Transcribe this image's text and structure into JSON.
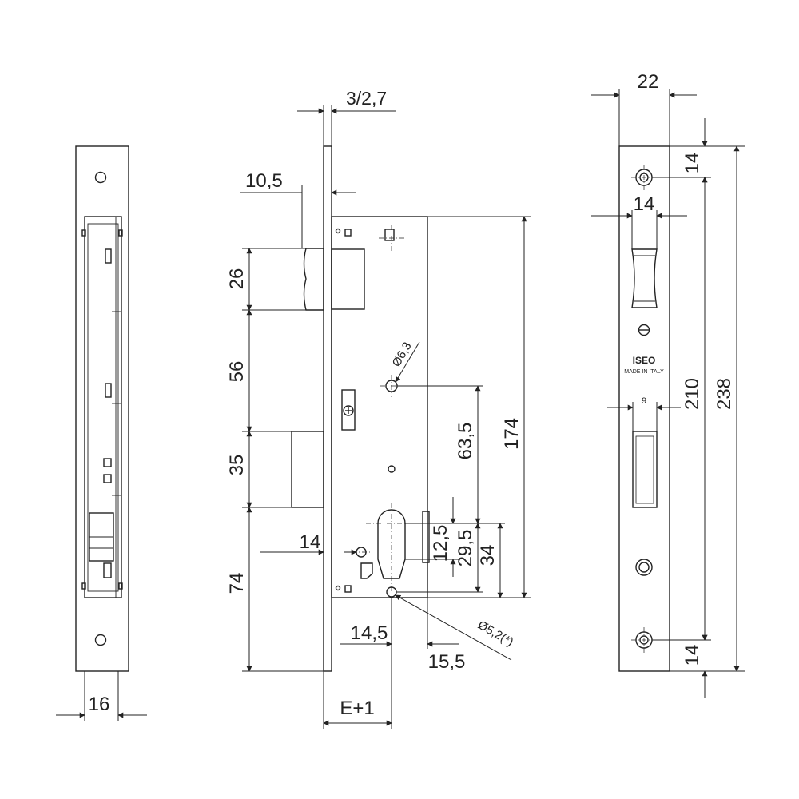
{
  "colors": {
    "line": "#222222",
    "background": "#ffffff"
  },
  "side_view": {
    "width_label": "16"
  },
  "front_view": {
    "faceplate_thickness_label": "3/2,7",
    "latch_projection_label": "10,5",
    "latch_height_label": "26",
    "spacing_56_label": "56",
    "bolt_height_label": "35",
    "bottom_74_label": "74",
    "hole_diameter_label": "Ø6,3",
    "hole_to_cylinder_label": "63,5",
    "case_height_label": "174",
    "cylinder_offset_12_5_label": "12,5",
    "cylinder_offset_29_5_label": "29,5",
    "cylinder_offset_34_label": "34",
    "offset_14_label": "14",
    "offset_14_5_label": "14,5",
    "offset_15_5_label": "15,5",
    "screw_hole_label": "Ø5,2(*)",
    "backset_label": "E+1"
  },
  "faceplate_view": {
    "width_label": "22",
    "top_hole_label": "14",
    "latch_width_label": "14",
    "brand_text": "ISEO",
    "made_in_text": "MADE IN ITALY",
    "bolt_width_label": "9",
    "hole_span_label": "210",
    "total_height_label": "238",
    "bottom_hole_label": "14"
  }
}
